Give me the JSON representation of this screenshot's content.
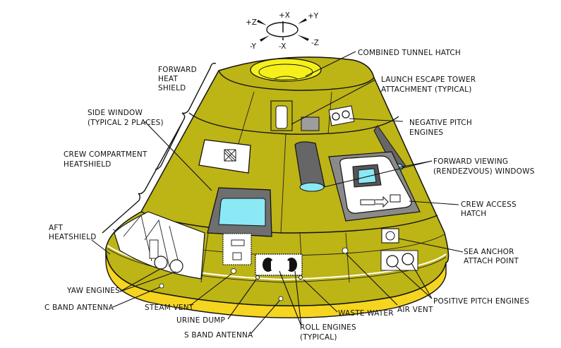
{
  "diagram": {
    "subject": "Apollo Command Module exterior",
    "colors": {
      "hull": "#bdb416",
      "aft_heatshield": "#f5d51f",
      "tunnel": "#f5f01a",
      "window_glass": "#8be8f5",
      "window_frame": "#6f6f6f",
      "outline": "#111111"
    },
    "axes": {
      "plus_x": "+X",
      "minus_x": "-X",
      "plus_y": "+Y",
      "minus_y": "-Y",
      "plus_z": "+Z",
      "minus_z": "-Z"
    },
    "labels": {
      "combined_tunnel_hatch": "COMBINED TUNNEL HATCH",
      "launch_escape_tower": [
        "LAUNCH ESCAPE TOWER",
        "ATTACHMENT (TYPICAL)"
      ],
      "negative_pitch_engines": [
        "NEGATIVE PITCH",
        "ENGINES"
      ],
      "forward_viewing_windows": [
        "FORWARD VIEWING",
        "(RENDEZVOUS) WINDOWS"
      ],
      "crew_access_hatch": [
        "CREW ACCESS",
        "HATCH"
      ],
      "sea_anchor": [
        "SEA ANCHOR",
        "ATTACH POINT"
      ],
      "positive_pitch_engines": "POSITIVE PITCH ENGINES",
      "air_vent": "AIR VENT",
      "waste_water": "WASTE WATER",
      "roll_engines": [
        "ROLL ENGINES",
        "(TYPICAL)"
      ],
      "s_band_antenna": "S BAND ANTENNA",
      "urine_dump": "URINE DUMP",
      "steam_vent": "STEAM VENT",
      "c_band_antenna": "C BAND ANTENNA",
      "yaw_engines": "YAW ENGINES",
      "aft_heatshield": [
        "AFT",
        "HEATSHIELD"
      ],
      "crew_compartment_heatshield": [
        "CREW COMPARTMENT",
        "HEATSHIELD"
      ],
      "side_window": [
        "SIDE WINDOW",
        "(TYPICAL 2 PLACES)"
      ],
      "forward_heat_shield": [
        "FORWARD",
        "HEAT",
        "SHIELD"
      ]
    }
  }
}
